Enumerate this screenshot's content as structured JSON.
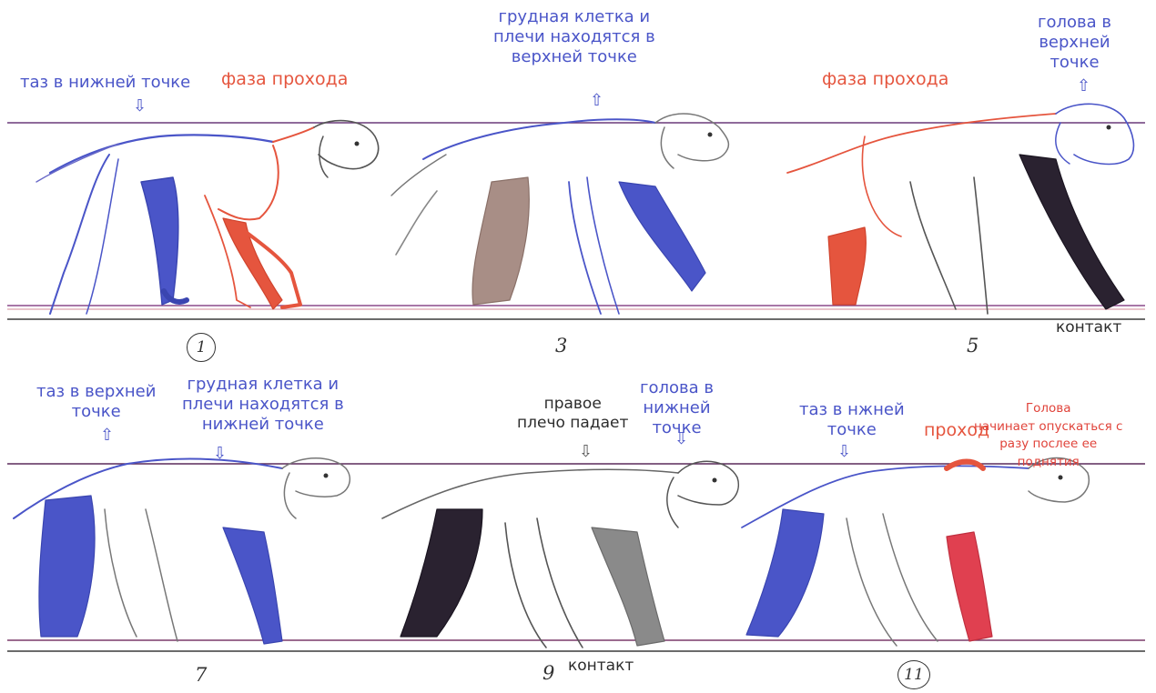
{
  "row1": {
    "labels": {
      "pelvis_low": "таз в нижней точке",
      "passing_phase_1": "фаза прохода",
      "chest_high": "грудная клетка и\nплечи находятся в\nверхней точке",
      "passing_phase_2": "фаза прохода",
      "head_high": "голова в\nверхней\nточке",
      "contact": "контакт"
    },
    "frames": [
      "1",
      "3",
      "5"
    ]
  },
  "row2": {
    "labels": {
      "pelvis_high": "таз в верхней\nточке",
      "chest_low": "грудная клетка и\nплечи находятся в\nнижней точке",
      "right_shoulder_falls": "правое\nплечо падает",
      "head_low": "голова в\nнижней\nточке",
      "pelvis_low": "таз в нжней\nточке",
      "passing": "проход",
      "head_begins_lowering": "Голова\nначинает опускаться с\nразу послее ее\nподнятия",
      "contact": "контакт"
    },
    "frames": [
      "7",
      "9",
      "11"
    ]
  },
  "colors": {
    "blue": "#4a55c8",
    "red": "#e5553e",
    "line_dark": "#444444",
    "line_purple": "#9a4a8a",
    "leg_black": "#2a2230",
    "leg_grey": "#8a8a8a",
    "leg_brown": "#9e7e74"
  }
}
